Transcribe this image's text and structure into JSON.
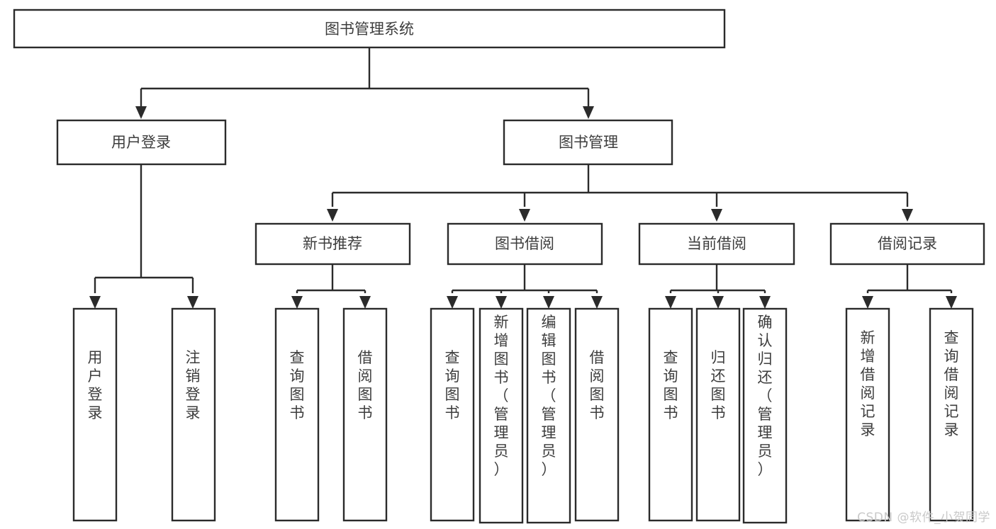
{
  "diagram": {
    "type": "hierarchy-tree",
    "title": "图书管理系统",
    "watermark": "CSDN @软件_小贺同学",
    "colors": {
      "box_stroke": "#2b2b2b",
      "box_fill": "#ffffff",
      "text": "#3d3d3d",
      "connector": "#2b2b2b",
      "watermark": "#c9c9c9",
      "background": "#ffffff"
    },
    "levels": {
      "root": {
        "label": "图书管理系统"
      },
      "level2": [
        {
          "label": "用户登录"
        },
        {
          "label": "图书管理"
        }
      ],
      "level3": [
        {
          "label": "新书推荐"
        },
        {
          "label": "图书借阅"
        },
        {
          "label": "当前借阅"
        },
        {
          "label": "借阅记录"
        }
      ],
      "leaves": {
        "user_login": [
          {
            "label": "用户登录"
          },
          {
            "label": "注销登录"
          }
        ],
        "new_book_recommend": [
          {
            "label": "查询图书"
          },
          {
            "label": "借阅图书"
          }
        ],
        "book_borrow": [
          {
            "label": "查询图书"
          },
          {
            "label": "新增图书（管理员）"
          },
          {
            "label": "编辑图书（管理员）"
          },
          {
            "label": "借阅图书"
          }
        ],
        "current_borrow": [
          {
            "label": "查询图书"
          },
          {
            "label": "归还图书"
          },
          {
            "label": "确认归还（管理员）"
          }
        ],
        "borrow_record": [
          {
            "label": "新增借阅记录"
          },
          {
            "label": "查询借阅记录"
          }
        ]
      }
    }
  }
}
